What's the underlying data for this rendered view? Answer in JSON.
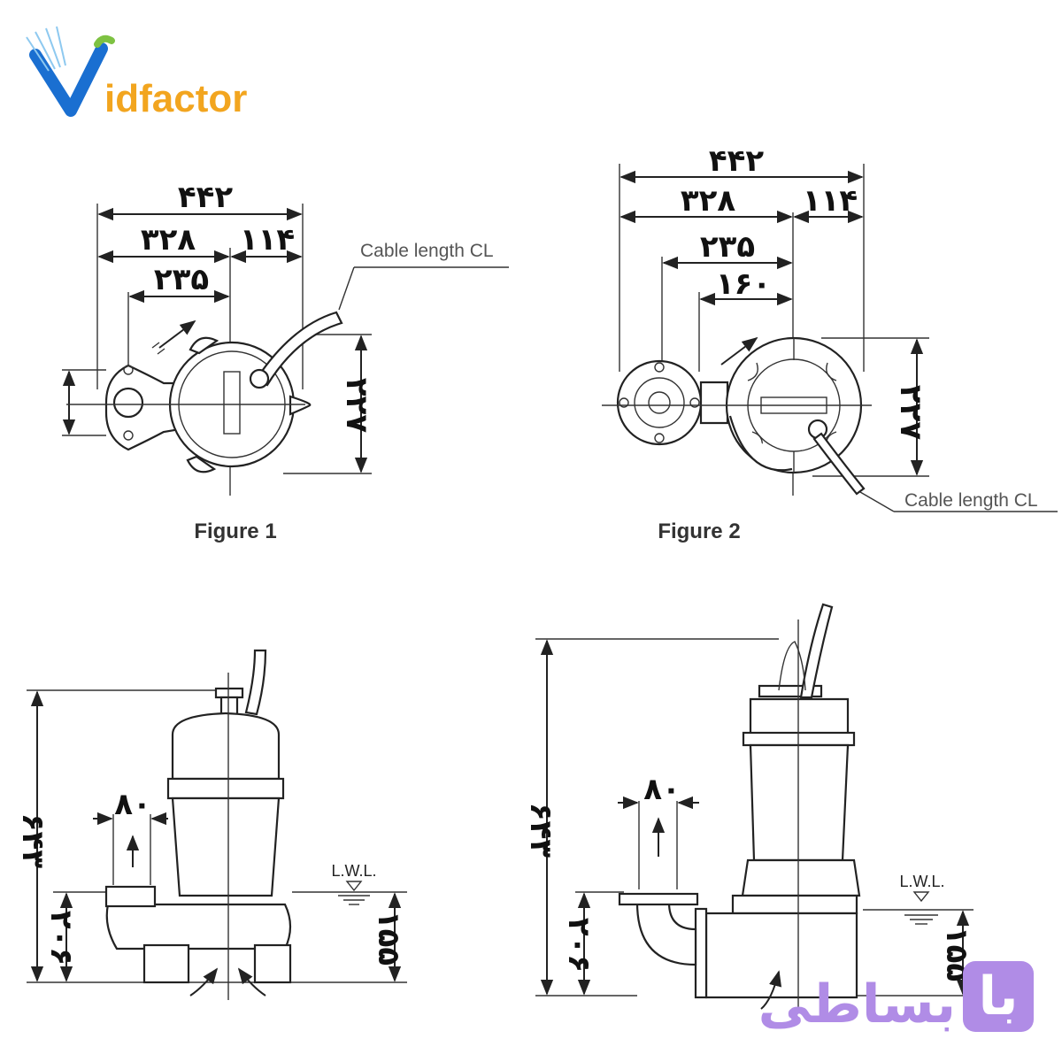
{
  "logo": {
    "text": "idfactor",
    "colors": [
      "#1a6fd1",
      "#7ec242",
      "#f2a51f"
    ]
  },
  "watermark": {
    "badge": "با",
    "text": "بساطی",
    "color": "#b08ce6"
  },
  "figure1": {
    "caption": "Figure 1",
    "cable_note": "Cable length CL",
    "dims": {
      "overall": "۴۴۲",
      "left": "۳۲۸",
      "right": "۱۱۴",
      "inner": "۲۳۵",
      "height": "۲۲۷"
    }
  },
  "figure2": {
    "caption": "Figure 2",
    "cable_note": "Cable length CL",
    "dims": {
      "overall": "۴۴۲",
      "left": "۳۲۸",
      "right": "۱۱۴",
      "inner": "۲۳۵",
      "inner2": "۱۶۰",
      "height": "۲۲۷"
    }
  },
  "side1": {
    "dims": {
      "height": "۶۴۳",
      "outlet_height": "۲۰۶",
      "outlet": "۸۰",
      "lwl_height": "۱۵۵"
    },
    "lwl": "L.W.L."
  },
  "side2": {
    "dims": {
      "height": "۶۴۳",
      "outlet_height": "۲۰۶",
      "outlet": "۸۰",
      "lwl_height": "۱۵۵"
    },
    "lwl": "L.W.L."
  }
}
